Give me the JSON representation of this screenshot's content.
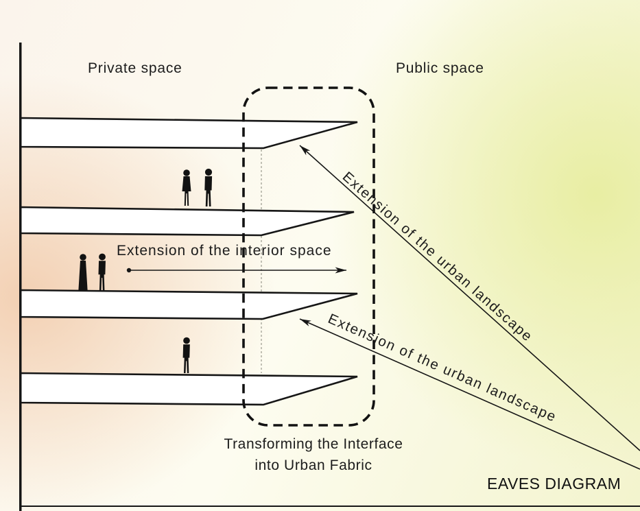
{
  "diagram": {
    "title": "EAVES DIAGRAM",
    "zones": {
      "private": "Private space",
      "public": "Public space"
    },
    "annotations": {
      "interior": "Extension of the interior space",
      "urban_upper": "Extension of the urban landscape",
      "urban_lower": "Extension of the urban landscape"
    },
    "caption": {
      "line1": "Transforming the Interface",
      "line2": "into Urban Fabric"
    },
    "structure": {
      "floor_slabs": 4,
      "people_silhouettes": 5
    },
    "colors": {
      "ink": "#161616",
      "slab_fill": "#ffffff",
      "left_glow": "#f2ceb0",
      "right_glow": "#e7ed9e"
    },
    "icons": [
      "woman-silhouette",
      "man-silhouette",
      "arrowhead-icon"
    ]
  }
}
